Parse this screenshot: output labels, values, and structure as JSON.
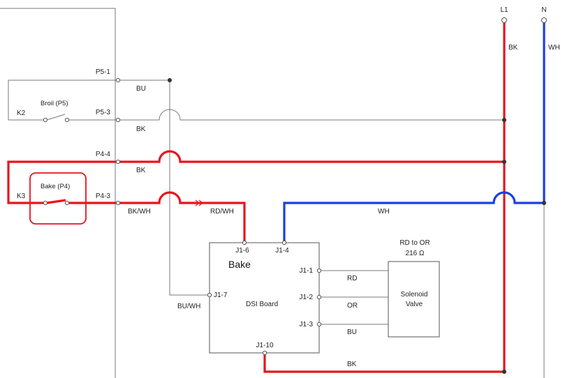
{
  "supply": {
    "l1": "L1",
    "n": "N",
    "l1_wire": "BK",
    "n_wire": "WH"
  },
  "connectors": {
    "p5_1": "P5-1",
    "p5_3": "P5-3",
    "p4_4": "P4-4",
    "p4_3": "P4-3"
  },
  "relays": {
    "k2": "K2",
    "k3": "K3",
    "broil": "Broil (P5)",
    "bake": "Bake (P4)"
  },
  "wires": {
    "bu": "BU",
    "bk_p5_3": "BK",
    "bk_p4_4": "BK",
    "bk_wh": "BK/WH",
    "rd_wh": "RD/WH",
    "wh": "WH",
    "bu_wh": "BU/WH",
    "rd": "RD",
    "or": "OR",
    "bu_j13": "BU",
    "bk_bottom": "BK"
  },
  "dsi_board": {
    "title": "DSI Board",
    "j1_6": "J1-6",
    "j1_4": "J1-4",
    "j1_1": "J1-1",
    "j1_2": "J1-2",
    "j1_3": "J1-3",
    "j1_7": "J1-7",
    "j1_10": "J1-10"
  },
  "annotation": "Bake",
  "solenoid": {
    "line1": "Solenoid",
    "line2": "Valve",
    "spec1": "RD to OR",
    "spec2": "216 Ω"
  },
  "colors": {
    "red": "#e8141b",
    "blue": "#1b3fe0",
    "gray": "#7a7a7a",
    "highlight": "#e8141b"
  }
}
